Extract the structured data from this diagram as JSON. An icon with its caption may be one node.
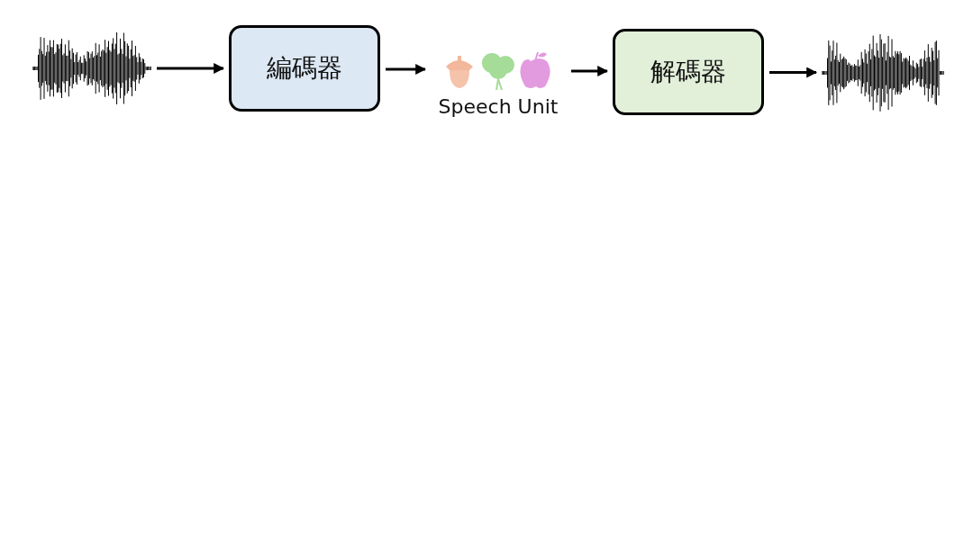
{
  "diagram": {
    "nodes": [
      {
        "text": [],
        "shape": "picture"
      },
      {
        "text": [
          "編碼器"
        ]
      },
      {
        "text": [
          "Speech Unit"
        ]
      },
      {
        "text": [
          "解碼器"
        ]
      },
      {
        "text": [],
        "shape": "picture"
      }
    ],
    "edges": [
      {
        "from": 0,
        "to": 1,
        "arrow": "to"
      },
      {
        "from": 1,
        "to": 2,
        "arrow": "to"
      },
      {
        "from": 2,
        "to": 3,
        "arrow": "to"
      },
      {
        "from": 3,
        "to": 4,
        "arrow": "to"
      }
    ]
  }
}
